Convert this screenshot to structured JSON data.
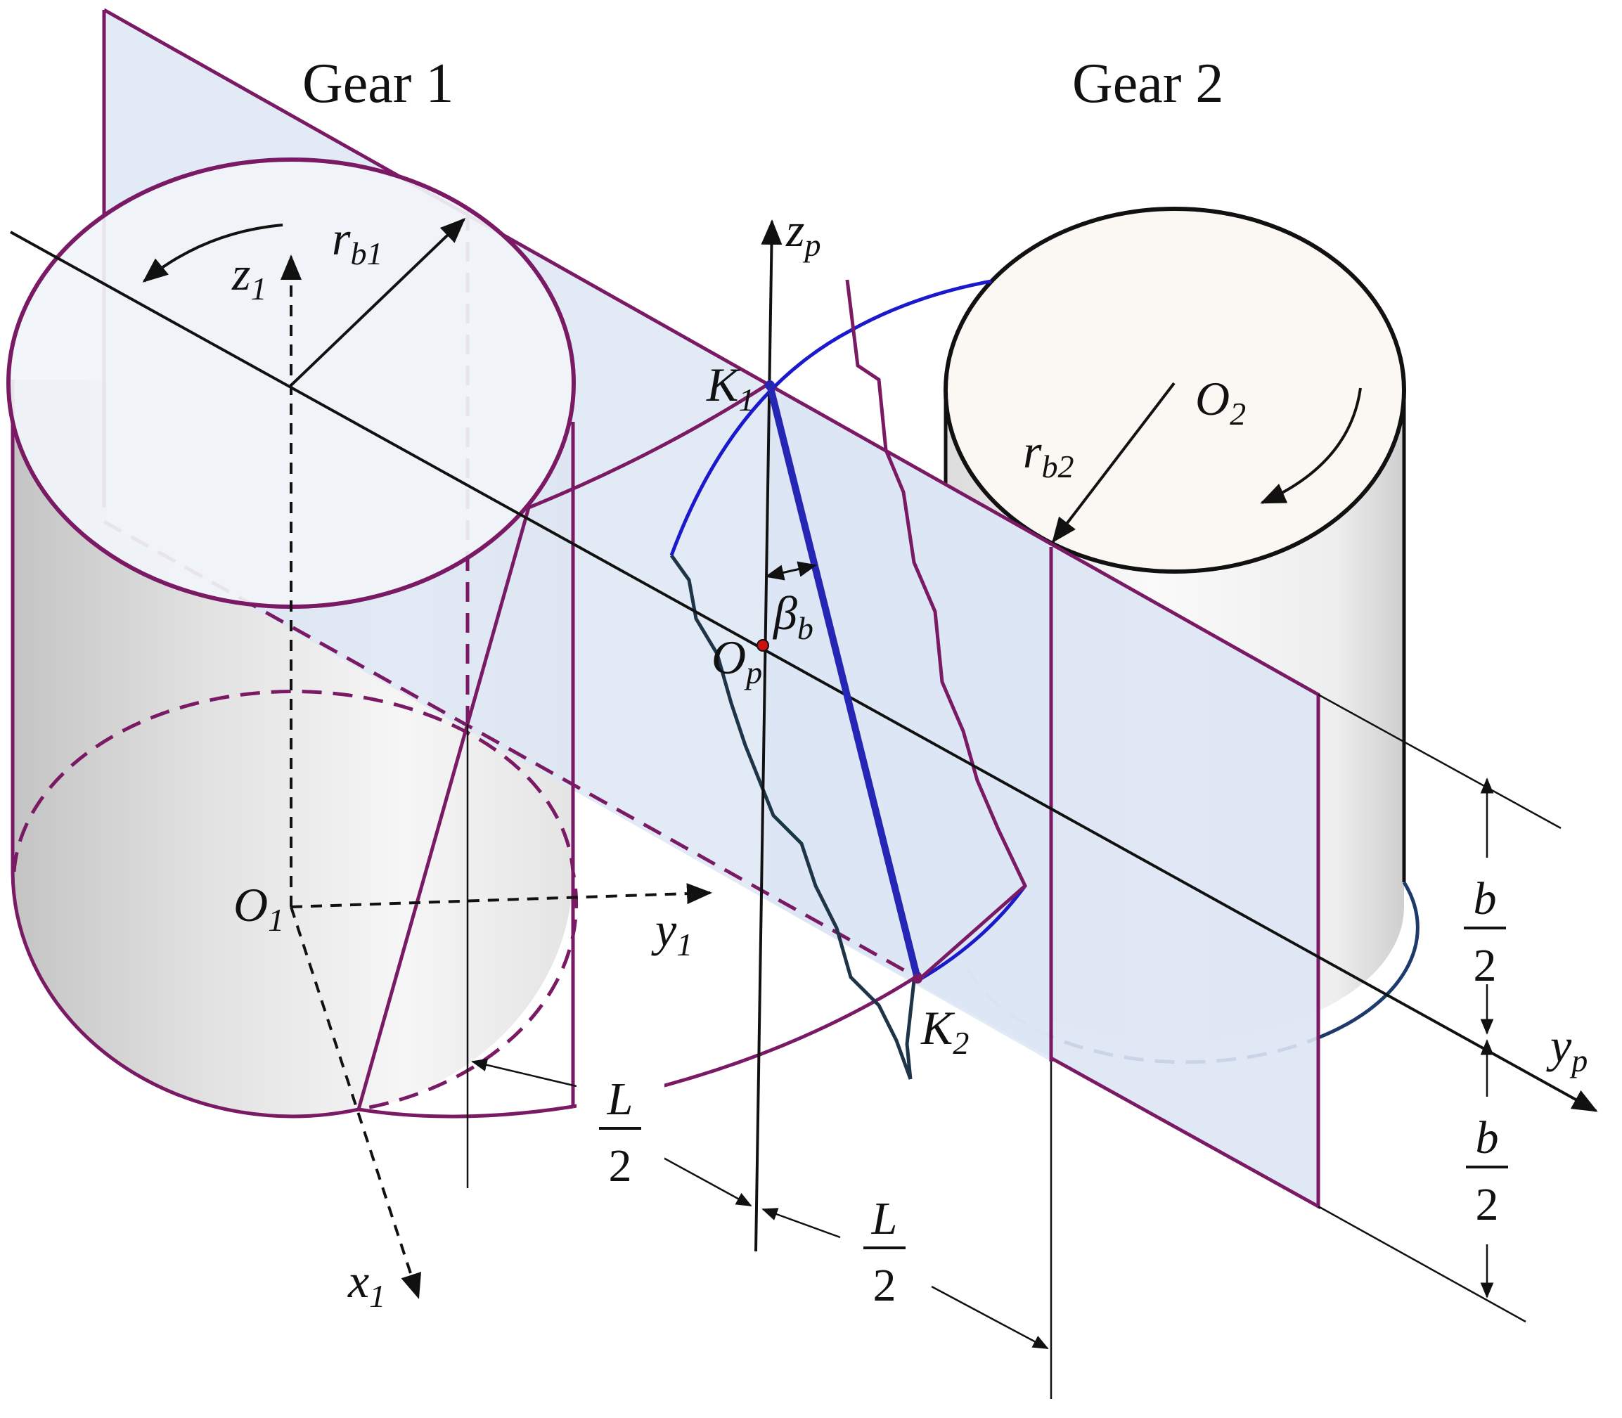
{
  "labels": {
    "gear1": "Gear 1",
    "gear2": "Gear 2",
    "rb1": {
      "main": "r",
      "sub": "b1"
    },
    "rb2": {
      "main": "r",
      "sub": "b2"
    },
    "z1": {
      "main": "z",
      "sub": "1"
    },
    "zp": {
      "main": "z",
      "sub": "p"
    },
    "k1": {
      "main": "K",
      "sub": "1"
    },
    "k2": {
      "main": "K",
      "sub": "2"
    },
    "o1": {
      "main": "O",
      "sub": "1"
    },
    "o2": {
      "main": "O",
      "sub": "2"
    },
    "op": {
      "main": "O",
      "sub": "p"
    },
    "y1": {
      "main": "y",
      "sub": "1"
    },
    "yp": {
      "main": "y",
      "sub": "p"
    },
    "x1": {
      "main": "x",
      "sub": "1"
    },
    "beta": {
      "main": "β",
      "sub": "b"
    },
    "half_L_1": {
      "num": "L",
      "den": "2"
    },
    "half_L_2": {
      "num": "L",
      "den": "2"
    },
    "half_b_1": {
      "num": "b",
      "den": "2"
    },
    "half_b_2": {
      "num": "b",
      "den": "2"
    }
  },
  "colors": {
    "gear_outline": "#7a1a64",
    "plane_fill": "#dde6f4",
    "contact_line": "#2626b4",
    "profile_curve": "#1a1acc",
    "worn_curve": "#1e3448",
    "point_marker": "#cc1111",
    "gear2_face": "#fbf7f2"
  }
}
